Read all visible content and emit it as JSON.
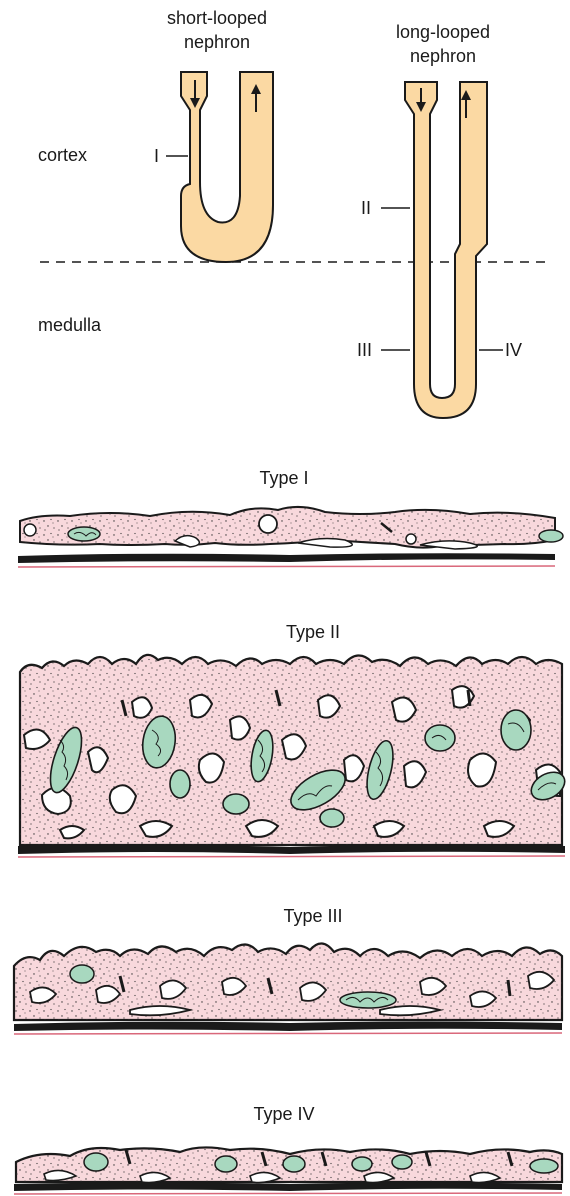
{
  "nephrons": {
    "short_label_line1": "short-looped",
    "short_label_line2": "nephron",
    "long_label_line1": "long-looped",
    "long_label_line2": "nephron"
  },
  "zones": {
    "cortex": "cortex",
    "medulla": "medulla"
  },
  "segments": {
    "s1": "I",
    "s2": "II",
    "s3": "III",
    "s4": "IV"
  },
  "panels": {
    "type1": "Type I",
    "type2": "Type II",
    "type3": "Type III",
    "type4": "Type IV"
  },
  "colors": {
    "tubule_fill": "#fbd9a3",
    "cell_fill": "#f8d8dc",
    "mito_fill": "#a8d8bf",
    "outline": "#1a1a1a",
    "membrane_pink": "#d9677a"
  }
}
